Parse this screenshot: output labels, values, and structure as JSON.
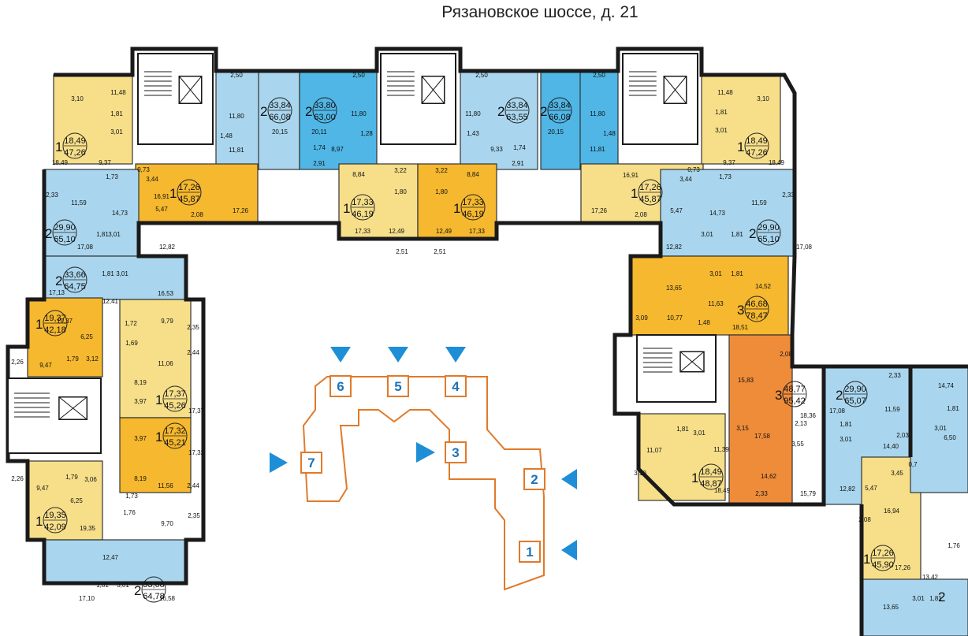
{
  "title": "Рязановское шоссе, д. 21",
  "colors": {
    "blue_apt": "#a9d6ee",
    "blue_dark": "#4fb6e6",
    "yellow_apt": "#f7df8a",
    "orange_apt": "#f5b82e",
    "deep_orange": "#ef8c3a",
    "common": "#ffffff",
    "walls": "#1a1a1a",
    "key_plan": "#e07a2a",
    "arrow": "#1e8fd6"
  },
  "key_plan": {
    "sections": [
      "1",
      "2",
      "3",
      "4",
      "5",
      "6",
      "7"
    ]
  },
  "apartments": [
    {
      "id": "a1",
      "rooms": "1",
      "living": "18,49",
      "total": "47,26",
      "color": "yellow_apt",
      "areas": [
        "18,49",
        "3,10",
        "11,48",
        "1,81",
        "3,01",
        "9,37"
      ]
    },
    {
      "id": "a2",
      "rooms": "2",
      "living": "33,84",
      "total": "66,08",
      "color": "blue_apt",
      "areas": [
        "2,50",
        "11,80",
        "20,15",
        "1,48",
        "11,81"
      ]
    },
    {
      "id": "a3",
      "rooms": "2",
      "living": "33,80",
      "total": "63,00",
      "color": "blue_dark",
      "areas": [
        "2,50",
        "20,11",
        "11,80",
        "1,28",
        "8,97",
        "1,74",
        "2,91"
      ]
    },
    {
      "id": "a4",
      "rooms": "2",
      "living": "33,84",
      "total": "63,55",
      "color": "blue_apt",
      "areas": [
        "2,50",
        "11,80",
        "1,43",
        "9,33",
        "2,91",
        "1,74"
      ]
    },
    {
      "id": "a5",
      "rooms": "2",
      "living": "33,84",
      "total": "66,08",
      "color": "blue_dark",
      "areas": [
        "2,50",
        "20,15",
        "11,80",
        "1,48",
        "11,81"
      ]
    },
    {
      "id": "a6",
      "rooms": "1",
      "living": "18,49",
      "total": "47,26",
      "color": "yellow_apt",
      "areas": [
        "11,48",
        "3,10",
        "1,81",
        "3,01",
        "9,37",
        "18,49"
      ]
    },
    {
      "id": "a7",
      "rooms": "1",
      "living": "17,26",
      "total": "45,87",
      "color": "orange_apt",
      "areas": [
        "0,73",
        "3,44",
        "16,91",
        "5,47",
        "2,08",
        "17,26"
      ]
    },
    {
      "id": "a8",
      "rooms": "1",
      "living": "17,33",
      "total": "46,19",
      "color": "yellow_apt",
      "areas": [
        "8,84",
        "3,22",
        "1,80",
        "17,33",
        "12,49",
        "2,51"
      ]
    },
    {
      "id": "a9",
      "rooms": "1",
      "living": "17,33",
      "total": "46,19",
      "color": "orange_apt",
      "areas": [
        "8,84",
        "3,22",
        "1,80",
        "17,33",
        "12,49",
        "2,51"
      ]
    },
    {
      "id": "a10",
      "rooms": "1",
      "living": "17,26",
      "total": "45,87",
      "color": "yellow_apt",
      "areas": [
        "16,91",
        "0,73",
        "3,44",
        "5,47",
        "2,08",
        "17,26"
      ]
    },
    {
      "id": "a11",
      "rooms": "2",
      "living": "29,90",
      "total": "65,10",
      "color": "blue_apt",
      "areas": [
        "2,33",
        "11,59",
        "14,73",
        "1,73",
        "17,08",
        "3,01",
        "1,81",
        "12,82"
      ]
    },
    {
      "id": "a12",
      "rooms": "2",
      "living": "29,90",
      "total": "65,10",
      "color": "blue_apt",
      "areas": [
        "2,33",
        "11,59",
        "1,73",
        "14,73",
        "3,01",
        "1,81",
        "17,08",
        "12,82"
      ]
    },
    {
      "id": "a13",
      "rooms": "2",
      "living": "33,66",
      "total": "64,75",
      "color": "blue_apt",
      "areas": [
        "1,81",
        "3,01",
        "17,13",
        "12,41",
        "16,53"
      ]
    },
    {
      "id": "a14",
      "rooms": "1",
      "living": "19,37",
      "total": "42,18",
      "color": "orange_apt",
      "areas": [
        "19,37",
        "6,25",
        "2,26",
        "9,47",
        "1,79",
        "3,12"
      ]
    },
    {
      "id": "a15",
      "rooms": "3",
      "living": "46,68",
      "total": "78,47",
      "color": "orange_apt",
      "areas": [
        "13,65",
        "3,01",
        "1,81",
        "14,52",
        "11,63",
        "3,09",
        "10,77",
        "1,48",
        "18,51"
      ]
    },
    {
      "id": "a16",
      "rooms": "1",
      "living": "17,37",
      "total": "45,26",
      "color": "yellow_apt",
      "areas": [
        "1,72",
        "9,79",
        "2,35",
        "1,69",
        "11,06",
        "2,44",
        "8,19",
        "3,97",
        "17,37"
      ]
    },
    {
      "id": "a17",
      "rooms": "1",
      "living": "17,32",
      "total": "45,21",
      "color": "orange_apt",
      "areas": [
        "3,97",
        "17,32",
        "8,19",
        "11,56",
        "2,44",
        "1,73"
      ]
    },
    {
      "id": "a18",
      "rooms": "3",
      "living": "48,77",
      "total": "95,42",
      "color": "deep_orange",
      "areas": [
        "2,08",
        "15,83",
        "17,58",
        "18,36",
        "3,15",
        "2,13",
        "3,55",
        "14,62",
        "2,33",
        "15,79"
      ]
    },
    {
      "id": "a19",
      "rooms": "2",
      "living": "29,90",
      "total": "65,07",
      "color": "blue_apt",
      "areas": [
        "2,33",
        "17,08",
        "11,59",
        "1,81",
        "3,01",
        "2,03",
        "14,40",
        "12,82"
      ]
    },
    {
      "id": "a20",
      "rooms": "1",
      "living": "18,49",
      "total": "48,87",
      "color": "yellow_apt",
      "areas": [
        "11,07",
        "1,81",
        "3,01",
        "11,39",
        "3,10",
        "18,49"
      ]
    },
    {
      "id": "a21",
      "rooms": "1",
      "living": "19,35",
      "total": "42,09",
      "color": "yellow_apt",
      "areas": [
        "2,26",
        "9,47",
        "1,79",
        "3,06",
        "6,25",
        "19,35"
      ]
    },
    {
      "id": "a22",
      "rooms": "2",
      "living": "33,68",
      "total": "64,78",
      "color": "blue_apt",
      "areas": [
        "1,76",
        "9,70",
        "2,35",
        "12,47",
        "17,10",
        "1,81",
        "3,01",
        "16,58"
      ]
    },
    {
      "id": "a23",
      "rooms": "1",
      "living": "17,26",
      "total": "45,90",
      "color": "yellow_apt",
      "areas": [
        "3,45",
        "0,7",
        "5,47",
        "16,94",
        "2,08",
        "17,26",
        "1,76"
      ]
    },
    {
      "id": "a24",
      "rooms": "2",
      "living": "",
      "total": "",
      "color": "blue_apt",
      "areas": [
        "14,74",
        "1,81",
        "3,01",
        "6,50",
        "13,42",
        "13,65",
        "3,01",
        "1,81"
      ]
    }
  ]
}
